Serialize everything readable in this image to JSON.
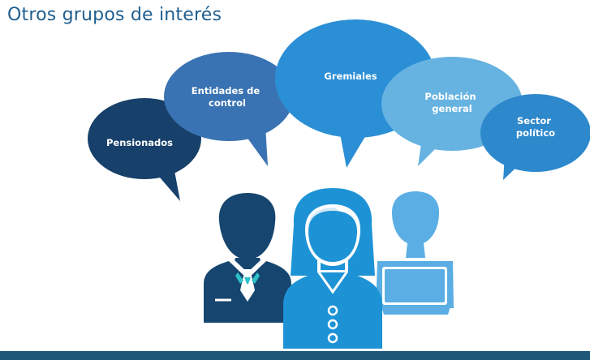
{
  "title": "Otros grupos de interés",
  "bubbles": [
    {
      "lines": [
        "Pensionados"
      ],
      "color": "#17406a"
    },
    {
      "lines": [
        "Entidades de",
        "control"
      ],
      "color": "#3a73b3"
    },
    {
      "lines": [
        "Gremiales"
      ],
      "color": "#2b8fd6"
    },
    {
      "lines": [
        "Población",
        "general"
      ],
      "color": "#66b3e2"
    },
    {
      "lines": [
        "Sector",
        "político"
      ],
      "color": "#2d88cc"
    }
  ],
  "people": {
    "man_color": "#16466f",
    "woman_color": "#1d93d6",
    "laptop_person_color": "#5aaee3",
    "tie_accent": "#2cc3c8"
  },
  "footer_color": "#1e5878"
}
